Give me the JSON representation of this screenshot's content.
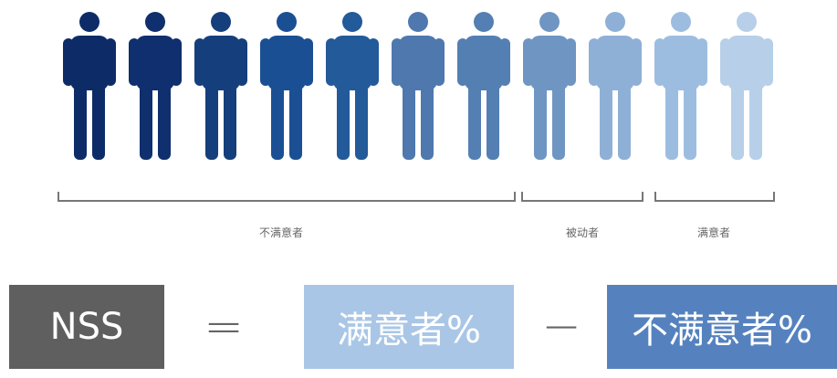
{
  "people": [
    {
      "group": "detractor",
      "color": "#0d2c67"
    },
    {
      "group": "detractor",
      "color": "#0f2f6e"
    },
    {
      "group": "detractor",
      "color": "#153f7c"
    },
    {
      "group": "detractor",
      "color": "#1a4f94"
    },
    {
      "group": "detractor",
      "color": "#235a99"
    },
    {
      "group": "detractor",
      "color": "#4e78ae"
    },
    {
      "group": "detractor",
      "color": "#547fb3"
    },
    {
      "group": "passive",
      "color": "#6f95c2"
    },
    {
      "group": "passive",
      "color": "#8fb0d6"
    },
    {
      "group": "promoter",
      "color": "#9dbde0"
    },
    {
      "group": "promoter",
      "color": "#b7cfe9"
    }
  ],
  "groups": {
    "detractors": {
      "label": "不满意者"
    },
    "passives": {
      "label": "被动者"
    },
    "promoters": {
      "label": "满意者"
    }
  },
  "formula": {
    "nss": "NSS",
    "equals": "=",
    "satisfied": "满意者%",
    "minus": "−",
    "unsatisfied": "不满意者%"
  },
  "colors": {
    "nss_box": "#5f5f5f",
    "satisfied_box": "#a9c6e6",
    "unsatisfied_box": "#5582bf"
  }
}
